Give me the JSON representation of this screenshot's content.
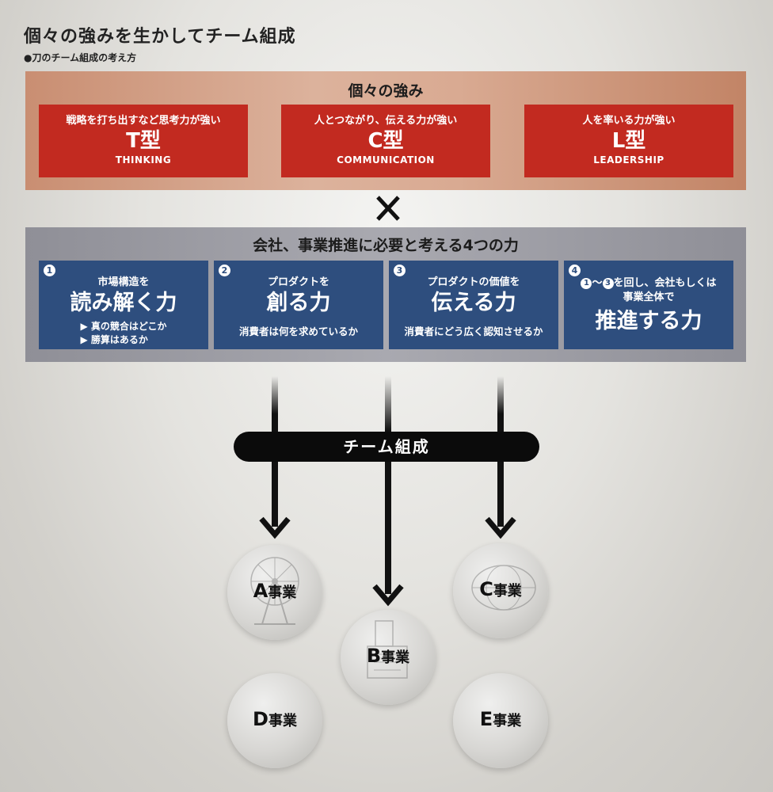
{
  "header": {
    "title": "個々の強みを生かしてチーム組成",
    "subtitle": "●刀のチーム組成の考え方"
  },
  "strengths": {
    "heading": "個々の強み",
    "types": [
      {
        "desc": "戦略を打ち出すなど思考力が強い",
        "name": "T型",
        "en": "THINKING"
      },
      {
        "desc": "人とつながり、伝える力が強い",
        "name": "C型",
        "en": "COMMUNICATION"
      },
      {
        "desc": "人を率いる力が強い",
        "name": "L型",
        "en": "LEADERSHIP"
      }
    ]
  },
  "times_symbol": "×",
  "capabilities": {
    "heading": "会社、事業推進に必要と考える4つの力",
    "items": [
      {
        "num": "1",
        "top": "市場構造を",
        "main": "読み解く力",
        "bullets": [
          "▶ 真の競合はどこか",
          "▶ 勝算はあるか"
        ]
      },
      {
        "num": "2",
        "top": "プロダクトを",
        "main": "創る力",
        "sub": "消費者は何を求めているか"
      },
      {
        "num": "3",
        "top": "プロダクトの価値を",
        "main": "伝える力",
        "sub": "消費者にどう広く認知させるか"
      },
      {
        "num": "4",
        "ref_start": "1",
        "ref_sep": "〜",
        "ref_end": "3",
        "top_rest": "を回し、会社もしくは",
        "top2": "事業全体で",
        "main": "推進する力"
      }
    ]
  },
  "team_formation": "チーム組成",
  "businesses": [
    {
      "letter": "A",
      "word": "事業",
      "motif": "ferris-wheel"
    },
    {
      "letter": "B",
      "word": "事業",
      "motif": "register"
    },
    {
      "letter": "C",
      "word": "事業",
      "motif": "globe"
    },
    {
      "letter": "D",
      "word": "事業",
      "motif": ""
    },
    {
      "letter": "E",
      "word": "事業",
      "motif": ""
    }
  ],
  "colors": {
    "strength_card": "#c22a20",
    "strength_panel": "#d9aa92",
    "capability_card": "#2e4e7e",
    "capability_panel": "#a9a9b0",
    "team_bar": "#0b0b0b"
  }
}
